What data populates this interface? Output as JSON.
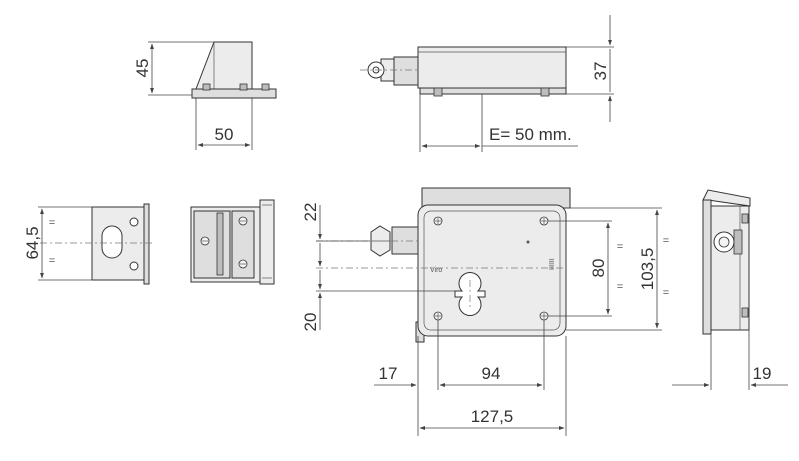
{
  "dimensions": {
    "height_45": "45",
    "width_50": "50",
    "height_37": "37",
    "e_spacing": "E= 50 mm.",
    "gap_22": "22",
    "gap_20": "20",
    "offset_17": "17",
    "hole_pitch_94": "94",
    "total_127_5": "127,5",
    "hole_pitch_80": "80",
    "height_103_5": "103,5",
    "height_64_5": "64,5",
    "depth_19": "19"
  },
  "symmetry_mark": "=",
  "brand_mark": "Viro",
  "plate_text": "IIIIII"
}
